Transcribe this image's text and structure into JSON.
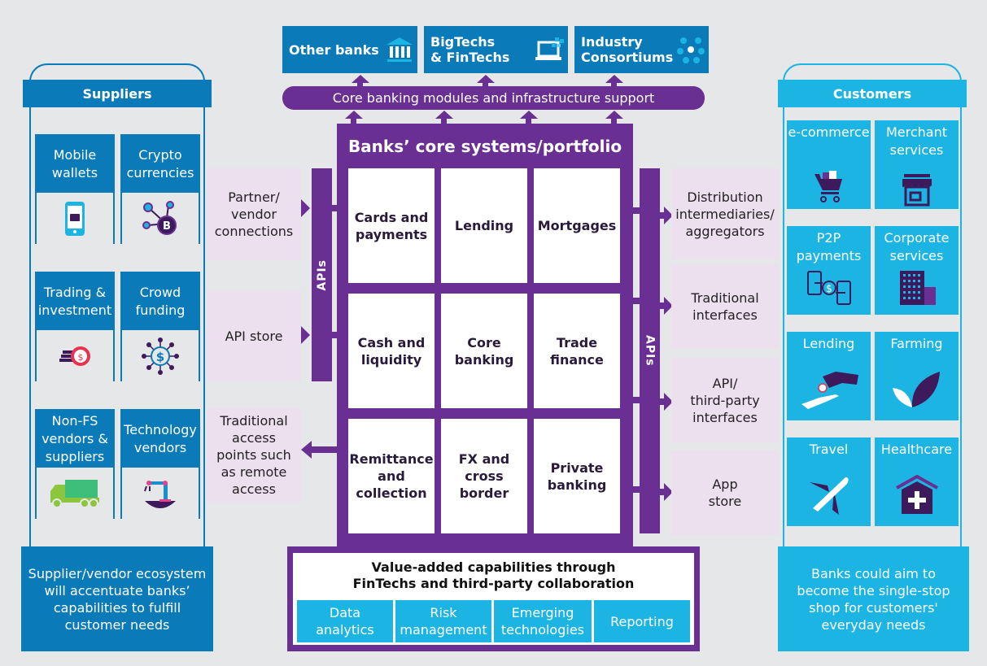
{
  "top_targets": [
    {
      "label": "Other banks",
      "icon": "bank-icon"
    },
    {
      "label": "BigTechs & FinTechs",
      "line1": "BigTechs",
      "line2": "& FinTechs",
      "icon": "laptop-icon"
    },
    {
      "label": "Industry Consortiums",
      "line1": "Industry",
      "line2": "Consortiums",
      "icon": "network-icon"
    }
  ],
  "core_bar": {
    "label": "Core banking modules and infrastructure support"
  },
  "suppliers": {
    "title": "Suppliers",
    "tiles": [
      {
        "label": "Mobile wallets",
        "l1": "Mobile",
        "l2": "wallets",
        "icon": "mobile-wallet-icon"
      },
      {
        "label": "Crypto currencies",
        "l1": "Crypto",
        "l2": "currencies",
        "icon": "bitcoin-network-icon"
      },
      {
        "label": "Trading & investment",
        "l1": "Trading &",
        "l2": "investment",
        "icon": "coins-icon"
      },
      {
        "label": "Crowd funding",
        "l1": "Crowd",
        "l2": "funding",
        "icon": "crowdfunding-icon"
      },
      {
        "label": "Non-FS vendors & suppliers",
        "l1": "Non-FS",
        "l2": "vendors &",
        "l3": "suppliers",
        "icon": "truck-icon"
      },
      {
        "label": "Technology vendors",
        "l1": "Technology",
        "l2": "vendors",
        "icon": "robot-arm-icon"
      }
    ],
    "footer": {
      "l1": "Supplier/vendor ecosystem",
      "l2": "will accentuate banks’",
      "l3": "capabilities to fulfill",
      "l4": "customer needs"
    }
  },
  "left_inputs": [
    {
      "l1": "Partner/",
      "l2": "vendor",
      "l3": "connections"
    },
    {
      "l1": "API store"
    },
    {
      "l1": "Traditional",
      "l2": "access",
      "l3": "points such",
      "l4": "as remote",
      "l5": "access"
    }
  ],
  "apis_label": "APIs",
  "core_systems": {
    "title": "Banks’ core systems/portfolio",
    "cells": [
      {
        "l1": "Cards and",
        "l2": "payments"
      },
      {
        "l1": "Lending"
      },
      {
        "l1": "Mortgages"
      },
      {
        "l1": "Cash and",
        "l2": "liquidity"
      },
      {
        "l1": "Core",
        "l2": "banking"
      },
      {
        "l1": "Trade",
        "l2": "finance"
      },
      {
        "l1": "Remittance",
        "l2": "and",
        "l3": "collection"
      },
      {
        "l1": "FX and",
        "l2": "cross",
        "l3": "border"
      },
      {
        "l1": "Private",
        "l2": "banking"
      }
    ]
  },
  "right_outputs": [
    {
      "l1": "Distribution",
      "l2": "intermediaries/",
      "l3": "aggregators"
    },
    {
      "l1": "Traditional",
      "l2": "interfaces"
    },
    {
      "l1": "API/",
      "l2": "third-party",
      "l3": "interfaces"
    },
    {
      "l1": "App",
      "l2": "store"
    }
  ],
  "value_added": {
    "l1": "Value-added capabilities through",
    "l2": "FinTechs and third-party collaboration",
    "tiles": [
      {
        "l1": "Data",
        "l2": "analytics"
      },
      {
        "l1": "Risk",
        "l2": "management"
      },
      {
        "l1": "Emerging",
        "l2": "technologies"
      },
      {
        "l1": "Reporting"
      }
    ]
  },
  "customers": {
    "title": "Customers",
    "tiles": [
      {
        "l1": "e-commerce",
        "icon": "shopping-cart-icon"
      },
      {
        "l1": "Merchant",
        "l2": "services",
        "icon": "storefront-icon"
      },
      {
        "l1": "P2P",
        "l2": "payments",
        "icon": "p2p-transfer-icon"
      },
      {
        "l1": "Corporate",
        "l2": "services",
        "icon": "office-building-icon"
      },
      {
        "l1": "Lending",
        "icon": "hand-coin-icon"
      },
      {
        "l1": "Farming",
        "icon": "leaf-icon"
      },
      {
        "l1": "Travel",
        "icon": "airplane-icon"
      },
      {
        "l1": "Healthcare",
        "icon": "healthcare-house-icon"
      }
    ],
    "footer": {
      "l1": "Banks could aim to",
      "l2": "become the single-stop",
      "l3": "shop for customers'",
      "l4": "everyday needs"
    }
  },
  "colors": {
    "dark_blue": "#0a7bb8",
    "light_blue": "#1cb5e3",
    "purple": "#6a2f92",
    "pink": "#ece0ee",
    "background": "#e6e7e8"
  }
}
